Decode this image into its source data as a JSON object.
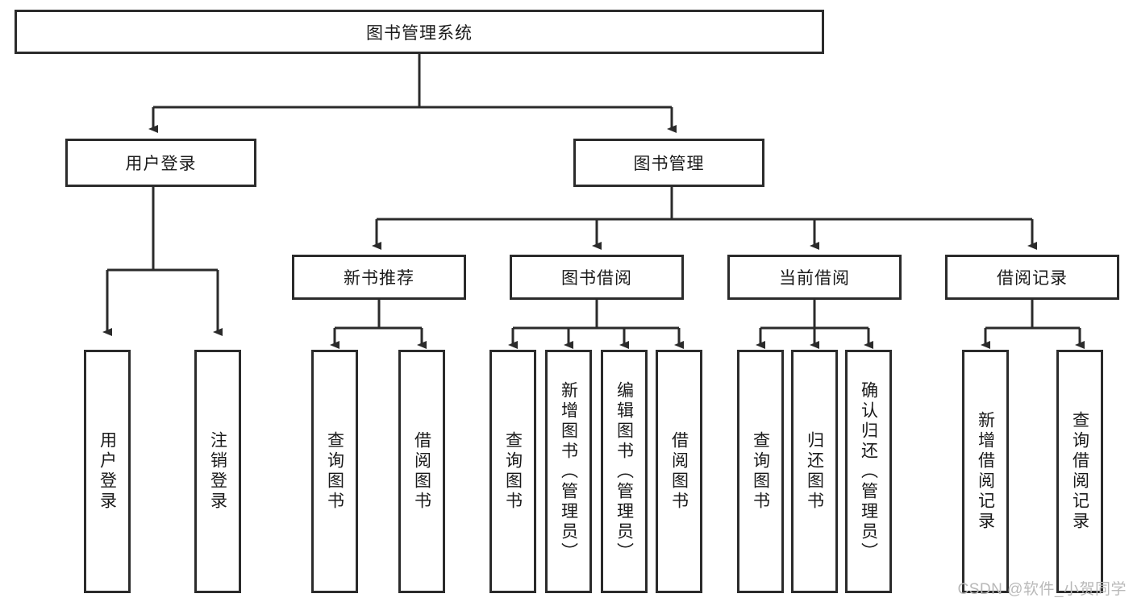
{
  "diagram": {
    "title": "图书管理系统",
    "type": "hierarchy-tree",
    "colors": {
      "box_border": "#2b2b2b",
      "box_fill": "#ffffff",
      "edge": "#2b2b2b",
      "text": "#1a1a1a",
      "watermark": "#b9b9b9"
    },
    "root": {
      "label": "图书管理系统"
    },
    "level2": [
      {
        "label": "用户登录"
      },
      {
        "label": "图书管理"
      }
    ],
    "level3": [
      {
        "label": "新书推荐"
      },
      {
        "label": "图书借阅"
      },
      {
        "label": "当前借阅"
      },
      {
        "label": "借阅记录"
      }
    ],
    "leaves": {
      "user_login": [
        {
          "label": "用户登录"
        },
        {
          "label": "注销登录"
        }
      ],
      "new_book_recommend": [
        {
          "label": "查询图书"
        },
        {
          "label": "借阅图书"
        }
      ],
      "book_borrow": [
        {
          "label": "查询图书"
        },
        {
          "label": "新增图书（管理员）"
        },
        {
          "label": "编辑图书（管理员）"
        },
        {
          "label": "借阅图书"
        }
      ],
      "current_borrow": [
        {
          "label": "查询图书"
        },
        {
          "label": "归还图书"
        },
        {
          "label": "确认归还（管理员）"
        }
      ],
      "borrow_record": [
        {
          "label": "新增借阅记录"
        },
        {
          "label": "查询借阅记录"
        }
      ]
    },
    "watermark": "CSDN @软件_小贺同学"
  }
}
